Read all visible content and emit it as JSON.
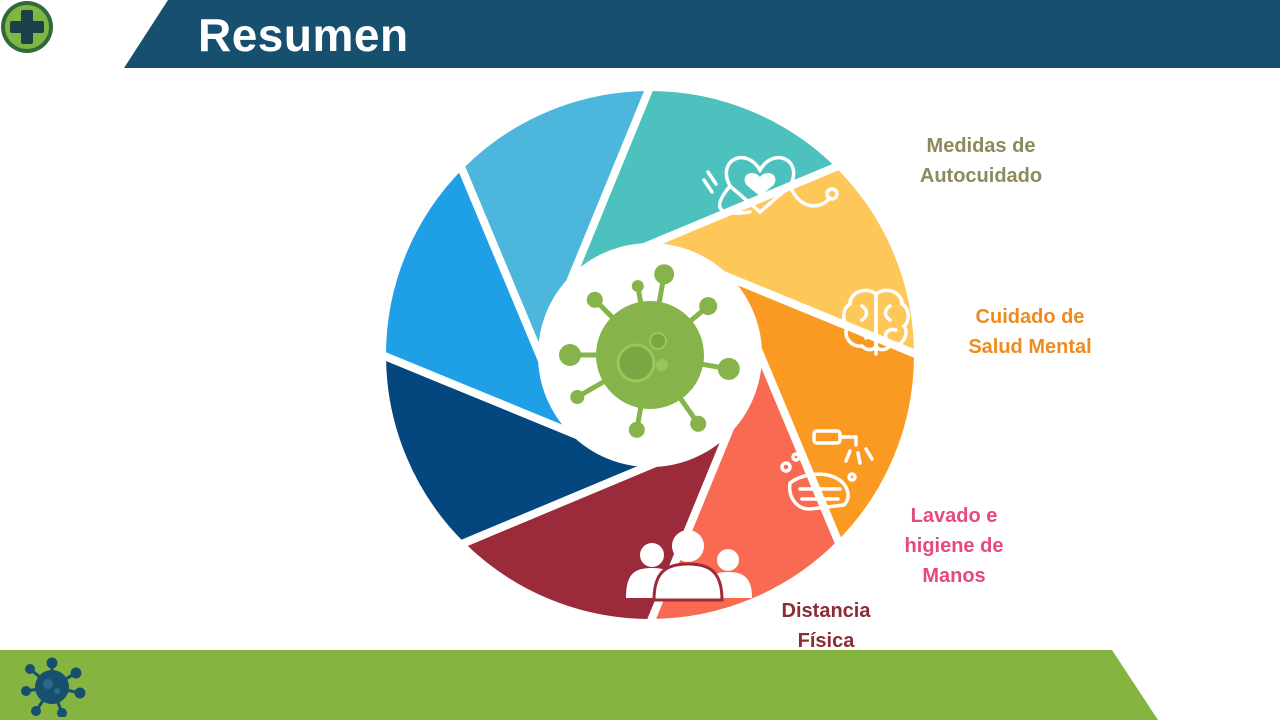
{
  "page_title": "Resumen",
  "colors": {
    "title_bar": "#174f6e",
    "footer_bar": "#86b440",
    "virus_green": "#86b44a",
    "segments": [
      "#4cc1bd",
      "#fdc75a",
      "#fb9a23",
      "#f96a52",
      "#9b2a3b",
      "#04477f",
      "#1f9fe6",
      "#4db6dd"
    ]
  },
  "icons": {
    "corner_button": "plus-icon",
    "footer_logo": "virus-icon",
    "center": "virus-icon",
    "autocuidado": "heart-stethoscope-icon",
    "mental": "brain-icon",
    "lavado": "handwashing-icon",
    "distancia": "people-icon"
  },
  "labels": {
    "autocuidado": {
      "line1": "Medidas de",
      "line2": "Autocuidado",
      "color": "#8d8a5c"
    },
    "mental": {
      "line1": "Cuidado de",
      "line2": "Salud Mental",
      "color": "#ef8a1e"
    },
    "lavado": {
      "line1": "Lavado e",
      "line2": "higiene de",
      "line3": "Manos",
      "color": "#e64a7b"
    },
    "distancia": {
      "line1": "Distancia",
      "line2": "Física",
      "color": "#8b2c36"
    }
  }
}
